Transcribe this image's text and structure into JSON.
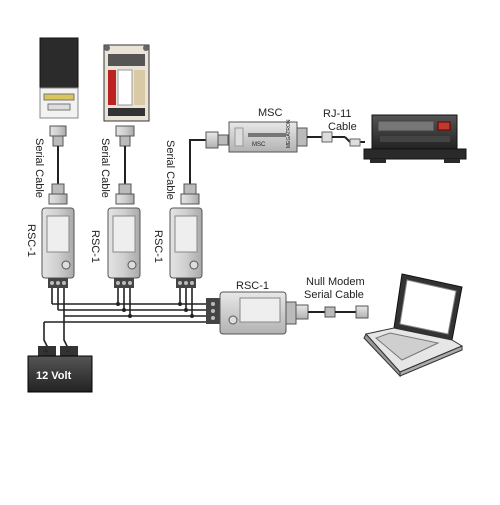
{
  "labels": {
    "serial_cable_1": "Serial Cable",
    "serial_cable_2": "Serial Cable",
    "serial_cable_3": "Serial Cable",
    "rsc_left_1": "RSC-1",
    "rsc_left_2": "RSC-1",
    "rsc_left_3": "RSC-1",
    "rsc_right": "RSC-1",
    "msc": "MSC",
    "rj11_line1": "RJ-11",
    "rj11_line2": "Cable",
    "null_modem_line1": "Null Modem",
    "null_modem_line2": "Serial Cable",
    "battery": "12 Volt",
    "battery_plus": "+",
    "battery_minus": "-",
    "msc_body_text": "MSC",
    "msc_side_text": "MEGATRON"
  },
  "colors": {
    "device_body": "#c9c9c9",
    "device_dark": "#3a3a3a",
    "cable": "#222222",
    "accent_red": "#c0392b",
    "accent_yellow": "#d8c65a"
  }
}
